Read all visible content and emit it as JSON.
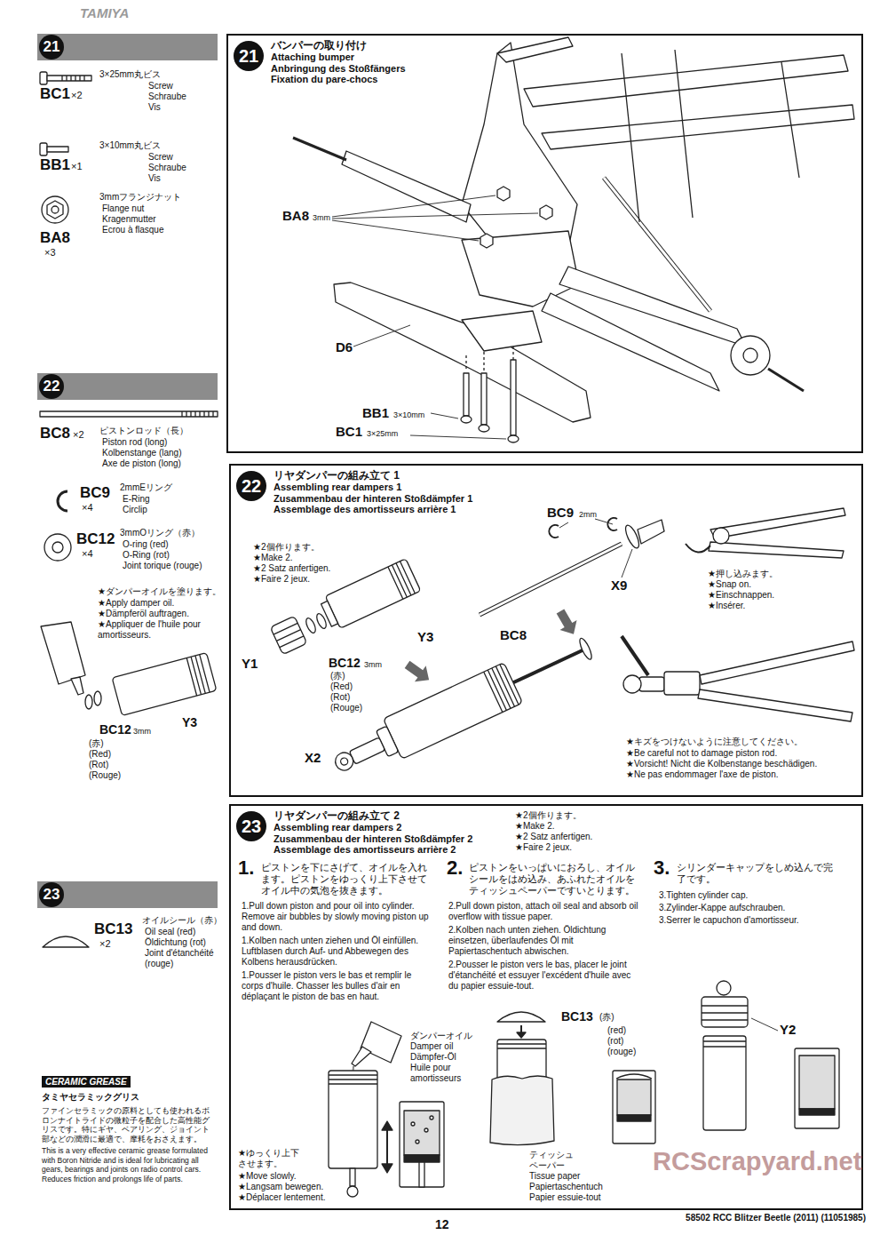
{
  "diagram": {
    "nodes": [
      {
        "text": [
          "21"
        ]
      },
      {
        "text": [
          "21",
          "バンパーの取り付け",
          "Attaching bumper",
          "Anbringung des Stoßfängers",
          "Fixation du pare-chocs"
        ]
      },
      {
        "text": [
          "22"
        ]
      },
      {
        "text": [
          "22",
          "リヤダンパーの組み立て 1",
          "Assembling rear dampers 1",
          "Zusammenbau der hinteren Stoßdämpfer 1",
          "Assemblage des amortisseurs arrière 1"
        ]
      },
      {
        "text": [
          "23"
        ]
      },
      {
        "text": [
          "23",
          "リヤダンパーの組み立て 2",
          "Assembling rear dampers 2",
          "Zusammenbau der hinteren Stoßdämpfer 2",
          "Assemblage des amortisseurs arrière 2"
        ]
      },
      {
        "text": [
          "CERAMIC GREASE",
          "タミヤセラミックグリス",
          "ファインセラミックの原料としても使われるボロンナイトライドの微粒子を配合した高性能グリスです。特にギヤ、ベアリング、ジョイント部などの潤滑に最適で、摩耗をおさえます。",
          "This is a very effective ceramic grease formulated with Boron Nitride and is ideal for lubricating all gears, bearings and joints on radio control cars. Reduces friction and prolongs life of parts."
        ]
      }
    ],
    "labels": [
      "TAMIYA",
      "BC1",
      "×2",
      "3×25mm丸ビス",
      "Screw",
      "Schraube",
      "Vis",
      "BB1",
      "×1",
      "3×10mm丸ビス",
      "Screw",
      "Schraube",
      "Vis",
      "BA8",
      "×3",
      "3mmフランジナット",
      "Flange nut",
      "Kragenmutter",
      "Ecrou à flasque",
      "BC8",
      "×2",
      "ピストンロッド（長）",
      "Piston rod (long)",
      "Kolbenstange (lang)",
      "Axe de piston (long)",
      "BC9",
      "×4",
      "2mmEリング",
      "E-Ring",
      "Circlip",
      "BC12",
      "×4",
      "3mmOリング（赤）",
      "O-ring (red)",
      "O-Ring (rot)",
      "Joint torique (rouge)",
      "★ダンパーオイルを塗ります。",
      "★Apply damper oil.",
      "★Dämpferöl auftragen.",
      "★Appliquer de l'huile pour amortisseurs.",
      "BC12",
      "3mm",
      "(赤)",
      "(Red)",
      "(Rot)",
      "(Rouge)",
      "Y3",
      "BC13",
      "×2",
      "オイルシール（赤）",
      "Oil seal (red)",
      "Öldichtung (rot)",
      "Joint d'étanchéité (rouge)",
      "BA8",
      "3mm",
      "D6",
      "BB1",
      "3×10mm",
      "BC1",
      "3×25mm",
      "★2個作ります。",
      "★Make 2.",
      "★2 Satz anfertigen.",
      "★Faire 2 jeux.",
      "Y3",
      "Y1",
      "BC12",
      "3mm",
      "(赤)",
      "(Red)",
      "(Rot)",
      "(Rouge)",
      "BC8",
      "BC9",
      "2mm",
      "X9",
      "X2",
      "★押し込みます。",
      "★Snap on.",
      "★Einschnappen.",
      "★Insérer.",
      "★キズをつけないように注意してください。",
      "★Be careful not to damage piston rod.",
      "★Vorsicht! Nicht die Kolbenstange beschädigen.",
      "★Ne pas endommager l'axe de piston.",
      "★2個作ります。",
      "★Make 2.",
      "★2 Satz anfertigen.",
      "★Faire 2 jeux.",
      "1.",
      "ピストンを下にさげて、オイルを入れます。ピストンをゆっくり上下させてオイル中の気泡を抜きます。",
      "1.Pull down piston and pour oil into cylinder. Remove air bubbles by slowly moving piston up and down.",
      "1.Kolben nach unten ziehen und Öl einfüllen. Luftblasen durch Auf- und Abbewegen des Kolbens herausdrücken.",
      "1.Pousser le piston vers le bas et remplir le corps d'huile. Chasser les bulles d'air en déplaçant le piston de bas en haut.",
      "2.",
      "ピストンをいっぱいにおろし、オイルシールをはめ込み、あふれたオイルをティッシュペーパーですいとります。",
      "2.Pull down piston, attach oil seal and absorb oil overflow with tissue paper.",
      "2.Kolben nach unten ziehen. Öldichtung einsetzen, überlaufendes Öl mit Papiertaschentuch abwischen.",
      "2.Pousser le piston vers le bas, placer le joint d'étanchéité et essuyer l'excédent d'huile avec du papier essuie-tout.",
      "3.",
      "シリンダーキャップをしめ込んで完了です。",
      "3.Tighten cylinder cap.",
      "3.Zylinder-Kappe aufschrauben.",
      "3.Serrer le capuchon d'amortisseur.",
      "ダンパーオイル",
      "Damper oil",
      "Dämpfer-Öl",
      "Huile pour amortisseurs",
      "★ゆっくり上下させます。",
      "★Move slowly.",
      "★Langsam bewegen.",
      "★Déplacer lentement.",
      "BC13",
      "(赤)",
      "(red)",
      "(rot)",
      "(rouge)",
      "ティッシュペーパー",
      "Tissue paper",
      "Papiertaschentuch",
      "Papier essuie-tout",
      "Y2",
      "12",
      "58502 RCC Blitzer Beetle (2011) (11051985)",
      "RCScrapyard.net"
    ]
  }
}
